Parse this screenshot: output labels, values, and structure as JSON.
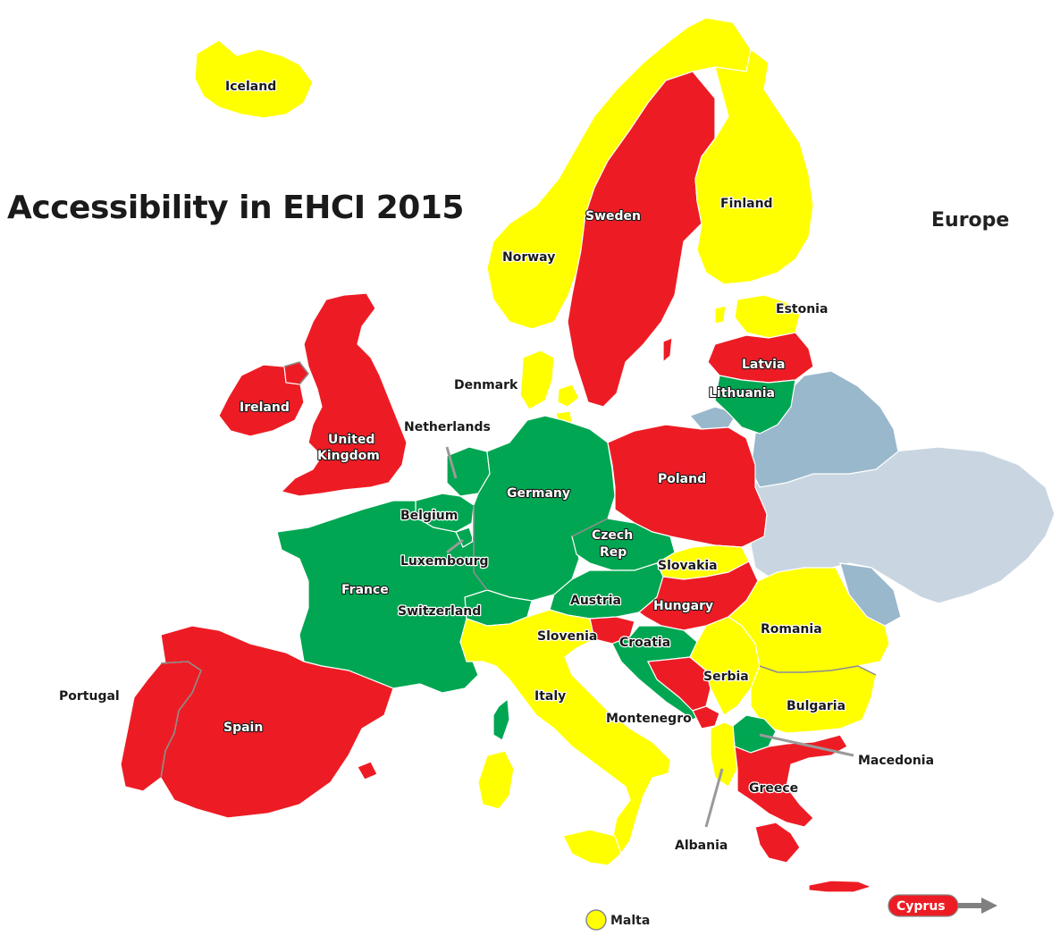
{
  "title": "Accessibility in EHCI 2015",
  "region": "Europe",
  "colors": {
    "good": "#00a651",
    "intermediate": "#ffff00",
    "poor": "#ed1c24",
    "not_included_belarus": "#9ab8cc",
    "not_included_ukraine": "#c9d6e2",
    "not_included_moldova": "#9ab8cc",
    "background": "#ffffff"
  },
  "countries": [
    {
      "name": "Iceland",
      "rating": "yellow"
    },
    {
      "name": "Norway",
      "rating": "yellow"
    },
    {
      "name": "Sweden",
      "rating": "red"
    },
    {
      "name": "Finland",
      "rating": "yellow"
    },
    {
      "name": "Estonia",
      "rating": "yellow"
    },
    {
      "name": "Latvia",
      "rating": "red"
    },
    {
      "name": "Lithuania",
      "rating": "green"
    },
    {
      "name": "Denmark",
      "rating": "yellow"
    },
    {
      "name": "Ireland",
      "rating": "red"
    },
    {
      "name": "United Kingdom",
      "rating": "red"
    },
    {
      "name": "Netherlands",
      "rating": "green"
    },
    {
      "name": "Belgium",
      "rating": "green"
    },
    {
      "name": "Luxembourg",
      "rating": "green"
    },
    {
      "name": "Germany",
      "rating": "green"
    },
    {
      "name": "Poland",
      "rating": "red"
    },
    {
      "name": "Czech Rep",
      "rating": "green"
    },
    {
      "name": "Slovakia",
      "rating": "yellow"
    },
    {
      "name": "Austria",
      "rating": "green"
    },
    {
      "name": "Hungary",
      "rating": "red"
    },
    {
      "name": "France",
      "rating": "green"
    },
    {
      "name": "Switzerland",
      "rating": "green"
    },
    {
      "name": "Slovenia",
      "rating": "red"
    },
    {
      "name": "Croatia",
      "rating": "green"
    },
    {
      "name": "Romania",
      "rating": "yellow"
    },
    {
      "name": "Serbia",
      "rating": "yellow"
    },
    {
      "name": "Bulgaria",
      "rating": "yellow"
    },
    {
      "name": "Italy",
      "rating": "yellow"
    },
    {
      "name": "Montenegro",
      "rating": "red"
    },
    {
      "name": "Macedonia",
      "rating": "green"
    },
    {
      "name": "Albania",
      "rating": "yellow"
    },
    {
      "name": "Greece",
      "rating": "red"
    },
    {
      "name": "Portugal",
      "rating": "red"
    },
    {
      "name": "Spain",
      "rating": "red"
    },
    {
      "name": "Malta",
      "rating": "yellow"
    },
    {
      "name": "Cyprus",
      "rating": "red"
    }
  ],
  "labels": {
    "iceland": "Iceland",
    "norway": "Norway",
    "sweden": "Sweden",
    "finland": "Finland",
    "estonia": "Estonia",
    "latvia": "Latvia",
    "lithuania": "Lithuania",
    "denmark": "Denmark",
    "ireland": "Ireland",
    "uk_line1": "United",
    "uk_line2": "Kingdom",
    "netherlands": "Netherlands",
    "belgium": "Belgium",
    "luxembourg": "Luxembourg",
    "germany": "Germany",
    "poland": "Poland",
    "czech_line1": "Czech",
    "czech_line2": "Rep",
    "slovakia": "Slovakia",
    "austria": "Austria",
    "hungary": "Hungary",
    "france": "France",
    "switzerland": "Switzerland",
    "slovenia": "Slovenia",
    "croatia": "Croatia",
    "romania": "Romania",
    "serbia": "Serbia",
    "bulgaria": "Bulgaria",
    "italy": "Italy",
    "montenegro": "Montenegro",
    "macedonia": "Macedonia",
    "albania": "Albania",
    "greece": "Greece",
    "portugal": "Portugal",
    "spain": "Spain",
    "malta": "Malta",
    "cyprus": "Cyprus"
  }
}
